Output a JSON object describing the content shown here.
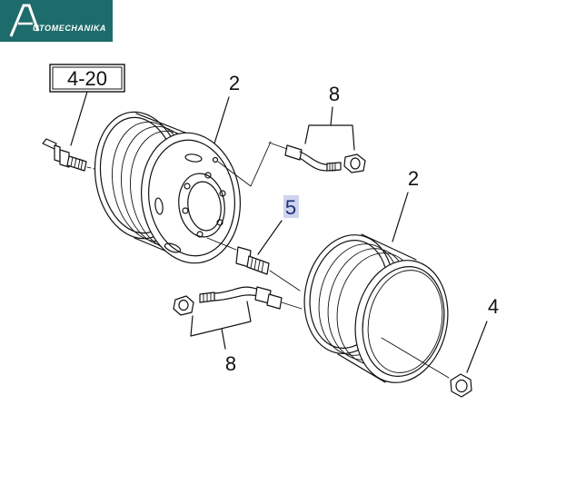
{
  "logo": {
    "text": "UTOMECHANIKA",
    "icon": "letter-a-logo-icon",
    "color": "#1e6b6b"
  },
  "callouts": {
    "ref_box": "4-20",
    "wheel_top": "2",
    "valve_top": "8",
    "bolt": "5",
    "wheel_bottom": "2",
    "nut": "4",
    "valve_bottom": "8"
  },
  "colors": {
    "highlight_text": "#1c2f7e",
    "highlight_bg": "#cfd4ec"
  }
}
